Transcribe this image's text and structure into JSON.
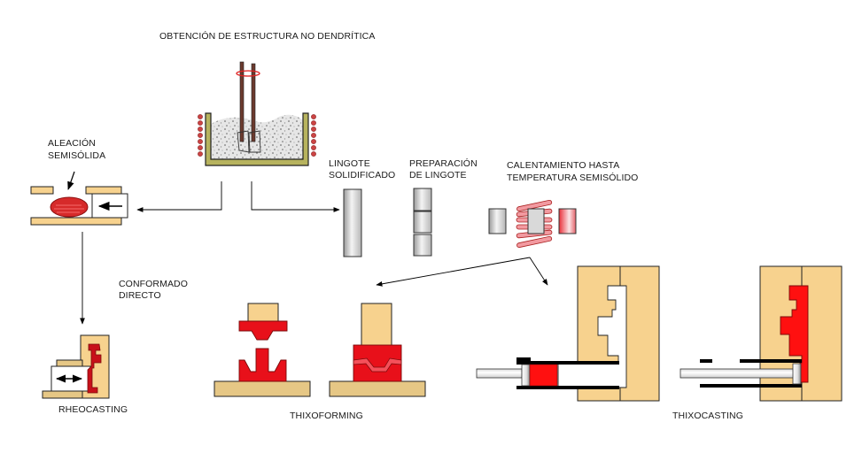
{
  "title": "OBTENCIÓN DE ESTRUCTURA NO DENDRÍTICA",
  "labels": {
    "semisolid_alloy": [
      "ALEACIÓN",
      "SEMISÓLIDA"
    ],
    "solidified_ingot": [
      "LINGOTE",
      "SOLIDIFICADO"
    ],
    "ingot_preparation": [
      "PREPARACIÓN",
      "DE LINGOTE"
    ],
    "heating": [
      "CALENTAMIENTO HASTA",
      "TEMPERATURA SEMISÓLIDO"
    ],
    "direct_forming": [
      "CONFORMADO",
      "DIRECTO"
    ],
    "rheocasting": "RHEOCASTING",
    "thixoforming": "THIXOFORMING",
    "thixocasting": "THIXOCASTING"
  },
  "colors": {
    "mold": "#f7d28e",
    "base": "#e6c785",
    "metal_red": "#e8101a",
    "crucible": "#b7b35e",
    "coil": "#d9434e",
    "outline": "#222222"
  },
  "icons": {
    "flow_arrow": "arrow-icon",
    "double_arrow": "double-arrow-icon"
  }
}
